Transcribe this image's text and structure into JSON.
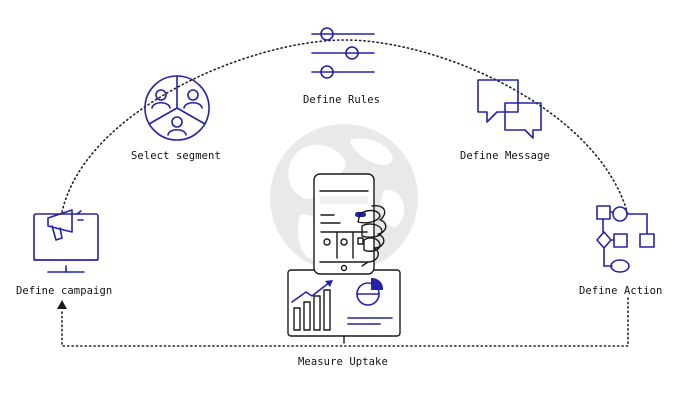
{
  "colors": {
    "accent": "#2323a8",
    "ink": "#1a1a1a",
    "globe": "#e9e9e9",
    "background": "#ffffff"
  },
  "steps": {
    "define_rules": {
      "label": "Define Rules",
      "icon": "sliders-icon"
    },
    "select_segment": {
      "label": "Select segment",
      "icon": "user-segments-icon"
    },
    "define_message": {
      "label": "Define Message",
      "icon": "chat-bubbles-icon"
    },
    "define_campaign": {
      "label": "Define campaign",
      "icon": "megaphone-monitor-icon"
    },
    "define_action": {
      "label": "Define Action",
      "icon": "flowchart-icon"
    },
    "measure_uptake": {
      "label": "Measure Uptake",
      "icon": "analytics-dashboard-icon"
    }
  },
  "center": {
    "icon": "globe-phone-icon"
  },
  "flow": {
    "arrow": "arrow-up-icon"
  }
}
